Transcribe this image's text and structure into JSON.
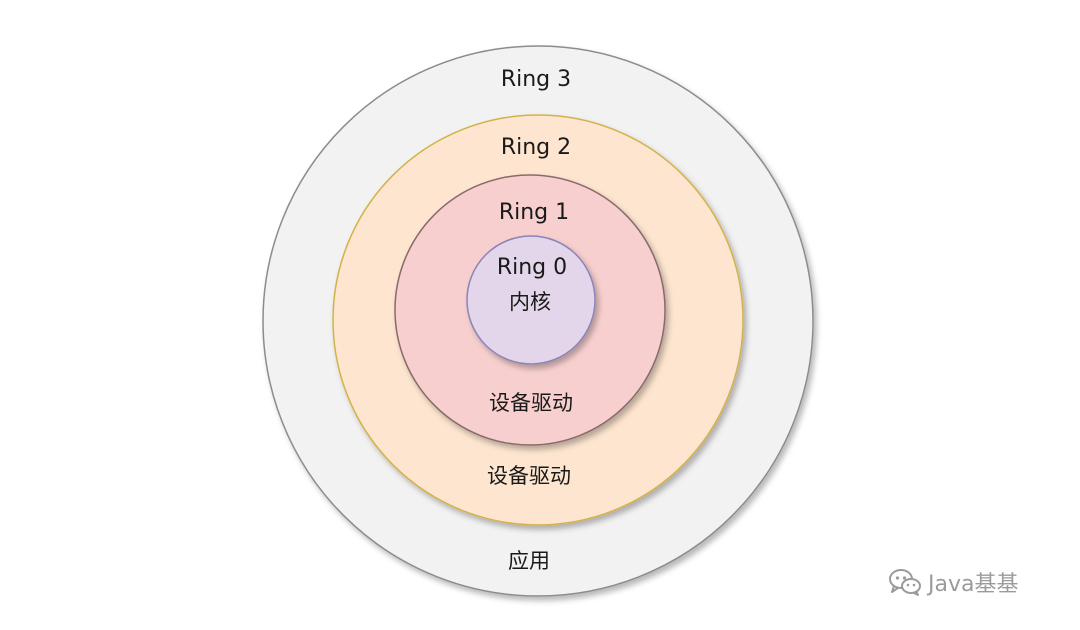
{
  "diagram": {
    "rings": [
      {
        "label": "Ring 3",
        "sublabel": "应用",
        "fill": "#f2f2f2",
        "stroke": "#8c8c8c"
      },
      {
        "label": "Ring 2",
        "sublabel": "设备驱动",
        "fill": "#fde5cf",
        "stroke": "#d4b24a"
      },
      {
        "label": "Ring 1",
        "sublabel": "设备驱动",
        "fill": "#f8cfcf",
        "stroke": "#8a6a6a"
      },
      {
        "label": "Ring 0",
        "sublabel": "内核",
        "fill": "#e3d6ea",
        "stroke": "#8b84b8"
      }
    ]
  },
  "watermark": {
    "text": "Java基基",
    "icon": "wechat-icon",
    "color": "#8a8a8a"
  }
}
